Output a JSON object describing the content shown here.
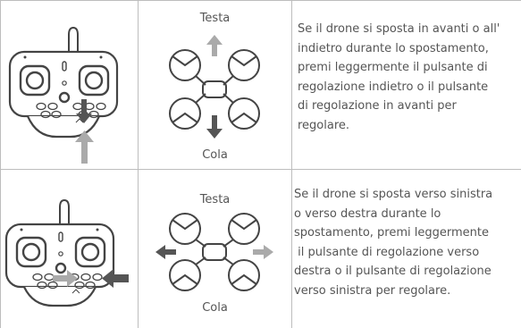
{
  "rows": [
    {
      "front_label": "Testa",
      "back_label": "Cola",
      "instruction_lines": [
        "Se il drone si sposta in avanti o all'",
        "indietro durante lo spostamento,",
        "premi leggermente il pulsante di",
        "regolazione indietro o il pulsante",
        "di regolazione in avanti per",
        "regolare."
      ]
    },
    {
      "front_label": "Testa",
      "back_label": "Cola",
      "instruction_lines": [
        "Se il drone si sposta verso sinistra",
        "o verso destra durante lo",
        "spostamento, premi leggermente",
        " il pulsante di regolazione verso",
        "destra o il pulsante di regolazione",
        "verso sinistra per regolare."
      ]
    }
  ],
  "colors": {
    "rule": "#bdbdbd",
    "text": "#555555",
    "arrow_dark": "#555555",
    "arrow_light": "#aaaaaa"
  },
  "icons": [
    "remote-controller-icon",
    "quadcopter-icon",
    "arrow-icon"
  ]
}
